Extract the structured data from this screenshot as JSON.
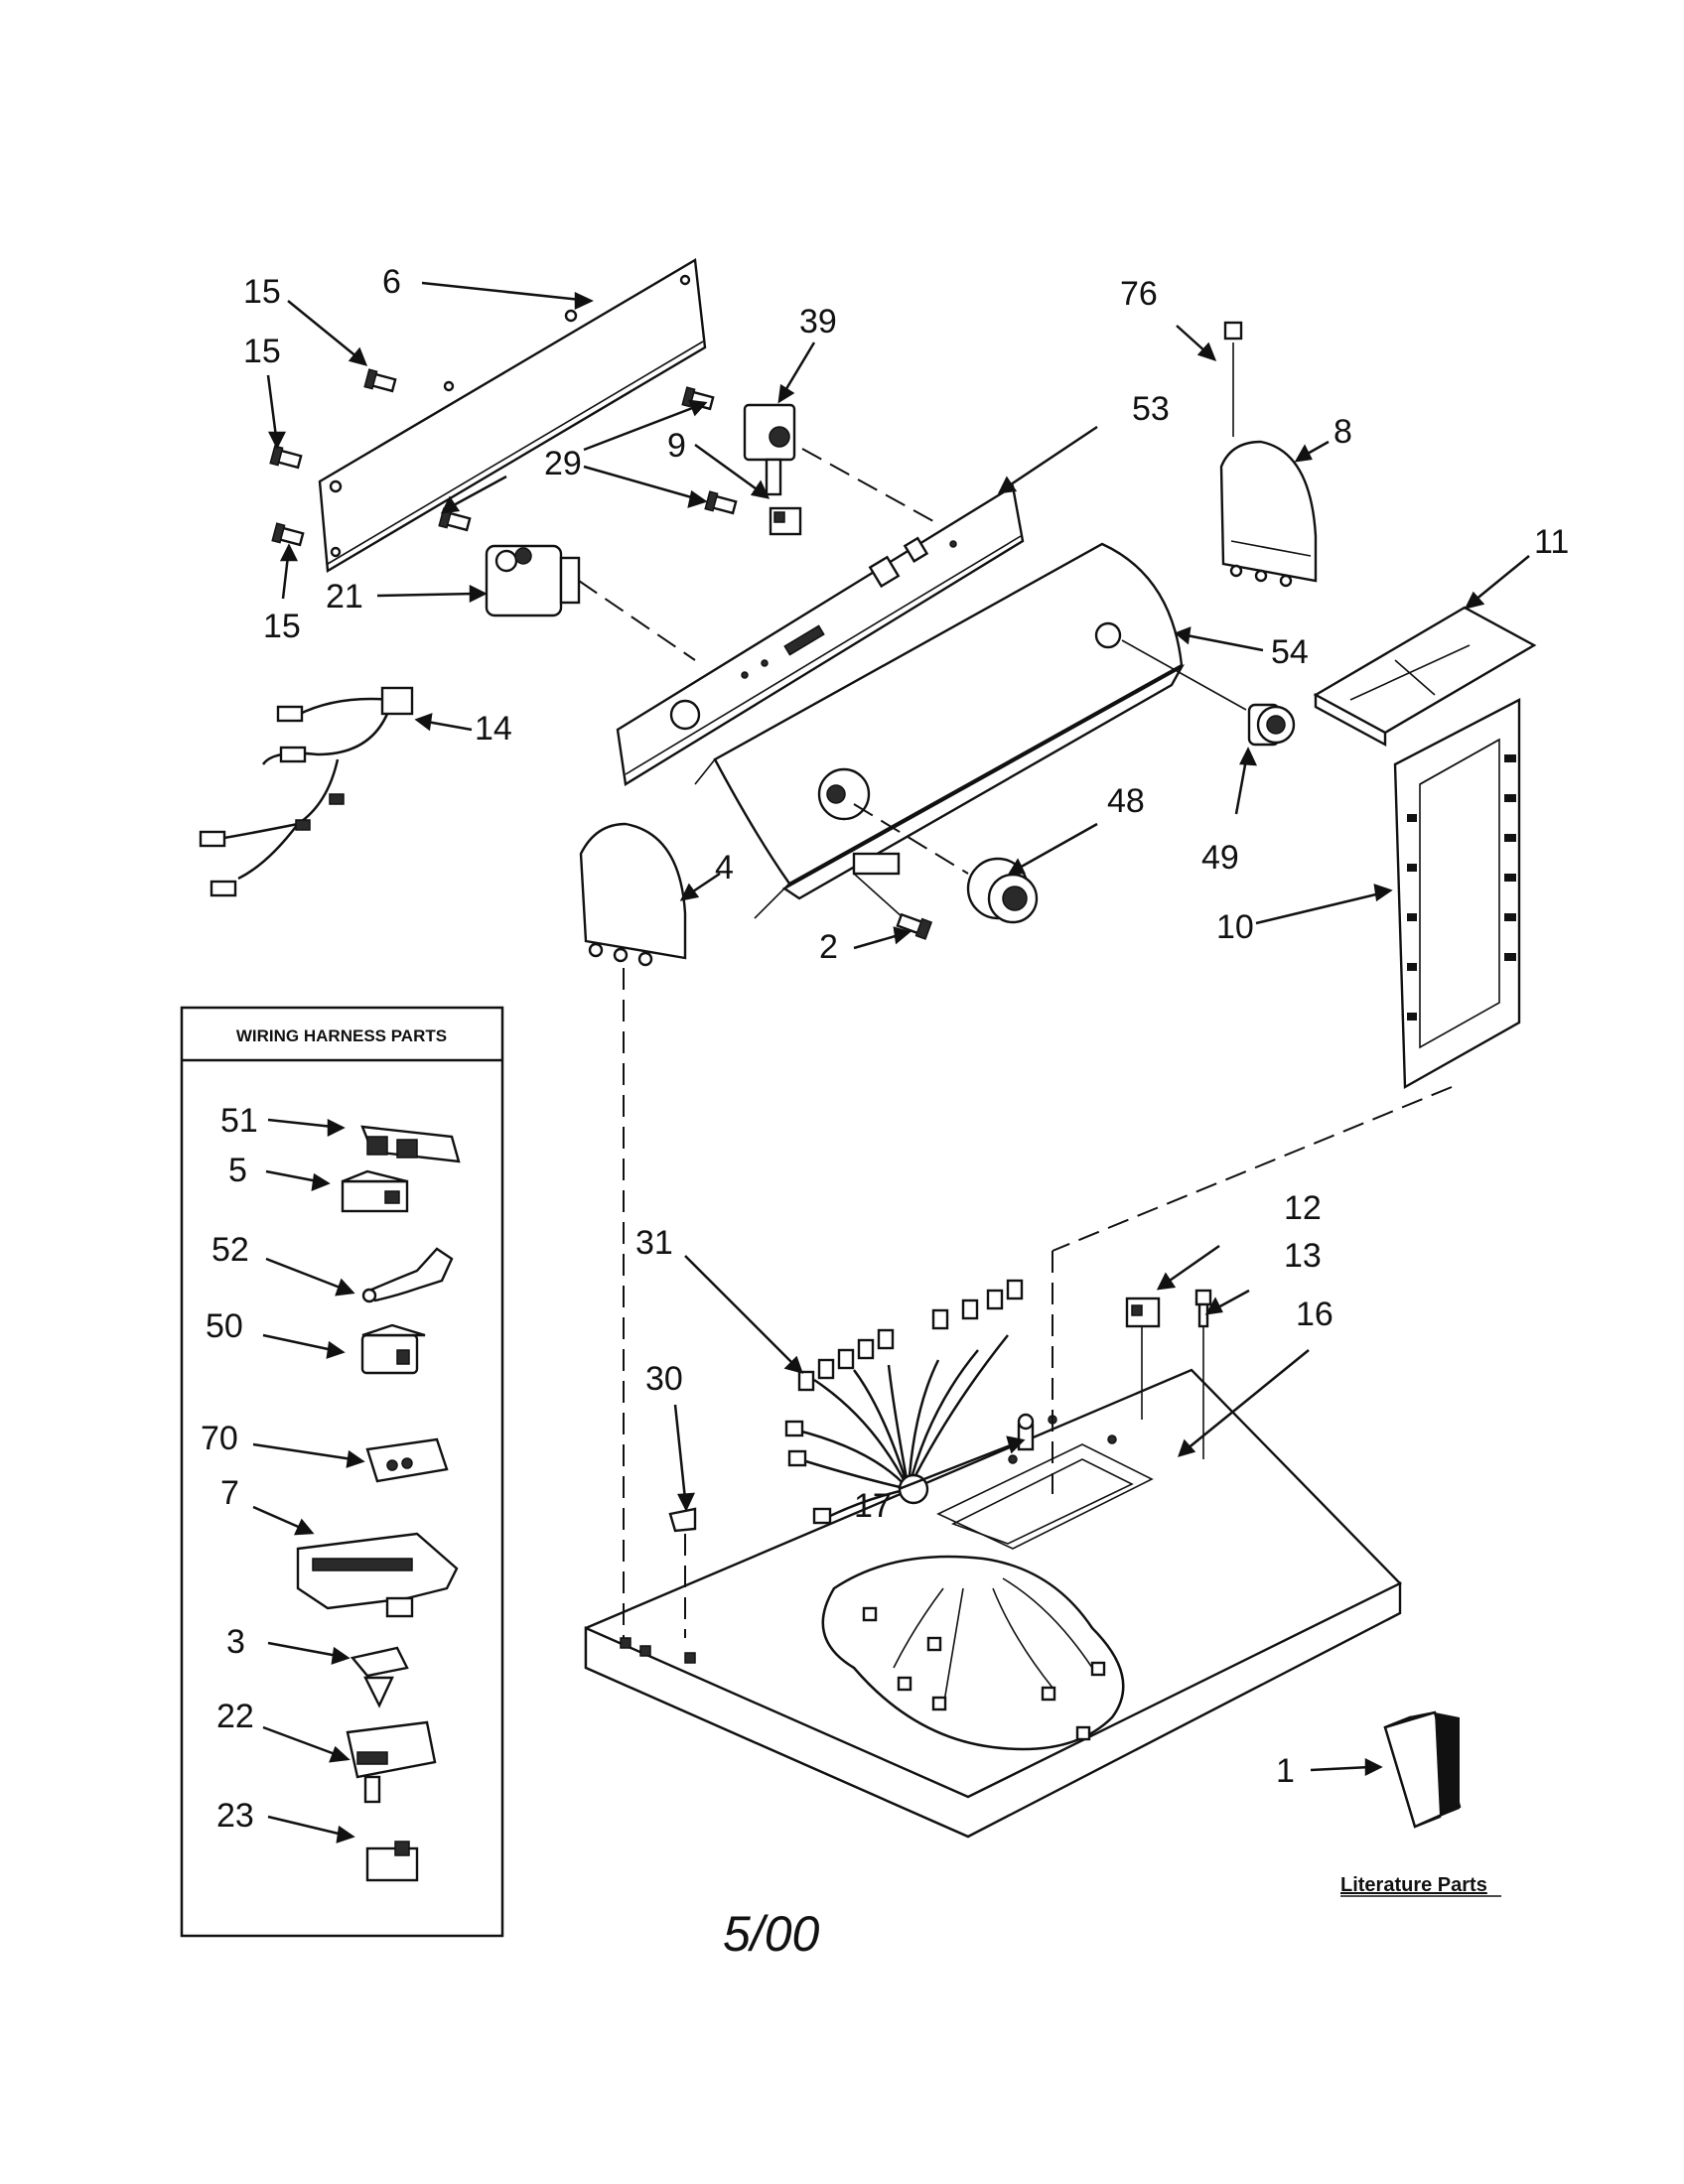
{
  "callouts": [
    {
      "id": "c6",
      "label": "6"
    },
    {
      "id": "c15a",
      "label": "15"
    },
    {
      "id": "c15b",
      "label": "15"
    },
    {
      "id": "c15c",
      "label": "15"
    },
    {
      "id": "c39",
      "label": "39"
    },
    {
      "id": "c76",
      "label": "76"
    },
    {
      "id": "c53",
      "label": "53"
    },
    {
      "id": "c8",
      "label": "8"
    },
    {
      "id": "c29",
      "label": "29"
    },
    {
      "id": "c9",
      "label": "9"
    },
    {
      "id": "c21",
      "label": "21"
    },
    {
      "id": "c11",
      "label": "11"
    },
    {
      "id": "c54",
      "label": "54"
    },
    {
      "id": "c14",
      "label": "14"
    },
    {
      "id": "c49",
      "label": "49"
    },
    {
      "id": "c48",
      "label": "48"
    },
    {
      "id": "c4",
      "label": "4"
    },
    {
      "id": "c2",
      "label": "2"
    },
    {
      "id": "c10",
      "label": "10"
    },
    {
      "id": "c12",
      "label": "12"
    },
    {
      "id": "c31",
      "label": "31"
    },
    {
      "id": "c13",
      "label": "13"
    },
    {
      "id": "c16",
      "label": "16"
    },
    {
      "id": "c30",
      "label": "30"
    },
    {
      "id": "c17",
      "label": "17"
    },
    {
      "id": "c1",
      "label": "1"
    },
    {
      "id": "w51",
      "label": "51"
    },
    {
      "id": "w5",
      "label": "5"
    },
    {
      "id": "w52",
      "label": "52"
    },
    {
      "id": "w50",
      "label": "50"
    },
    {
      "id": "w70",
      "label": "70"
    },
    {
      "id": "w7",
      "label": "7"
    },
    {
      "id": "w3",
      "label": "3"
    },
    {
      "id": "w22",
      "label": "22"
    },
    {
      "id": "w23",
      "label": "23"
    }
  ],
  "box": {
    "title": "WIRING HARNESS PARTS"
  },
  "literature": {
    "label": "Literature Parts"
  },
  "footer": {
    "date": "5/00"
  }
}
